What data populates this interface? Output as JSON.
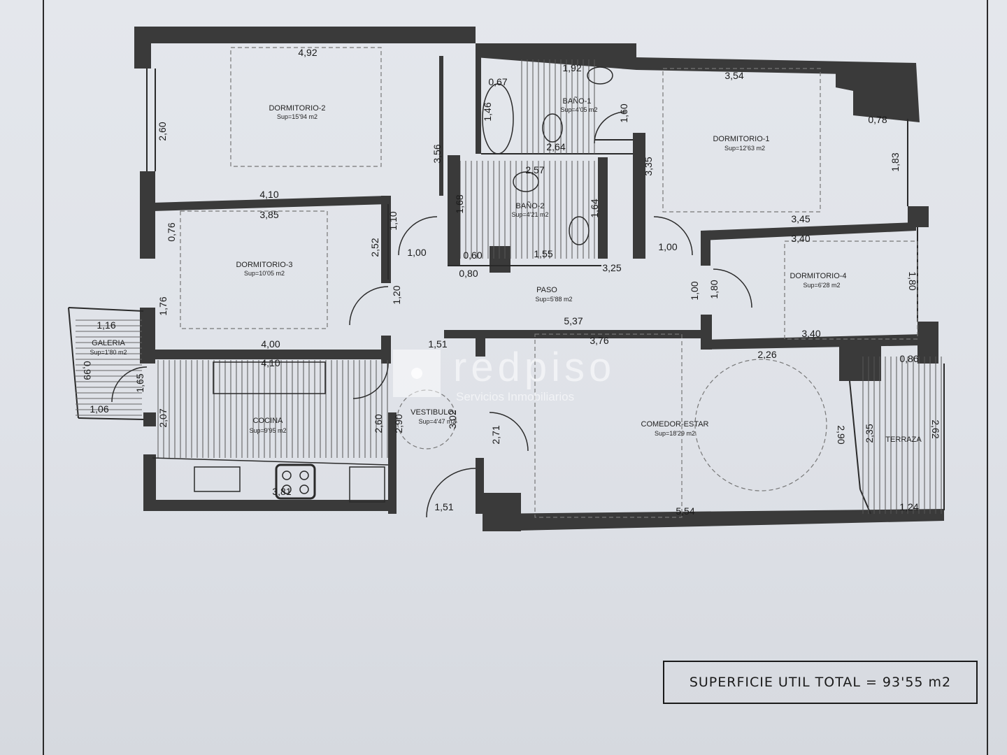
{
  "rooms": {
    "dormitorio2": {
      "name": "DORMITORIO-2",
      "sup": "Sup=15'94 m2"
    },
    "dormitorio1": {
      "name": "DORMITORIO-1",
      "sup": "Sup=12'63 m2"
    },
    "bano1": {
      "name": "BAÑO-1",
      "sup": "Sup=4'05 m2"
    },
    "bano2": {
      "name": "BAÑO-2",
      "sup": "Sup=4'21 m2"
    },
    "dormitorio3": {
      "name": "DORMITORIO-3",
      "sup": "Sup=10'05 m2"
    },
    "dormitorio4": {
      "name": "DORMITORIO-4",
      "sup": "Sup=6'28 m2"
    },
    "paso": {
      "name": "PASO",
      "sup": "Sup=5'88 m2"
    },
    "galeria": {
      "name": "GALERIA",
      "sup": "Sup=1'80 m2"
    },
    "cocina": {
      "name": "COCINA",
      "sup": "Sup=9'95 m2"
    },
    "vestibulo": {
      "name": "VESTIBULO",
      "sup": "Sup=4'47 m2"
    },
    "comedor": {
      "name": "COMEDOR-ESTAR",
      "sup": "Sup=18'29 m2"
    },
    "terraza": {
      "name": "TERRAZA",
      "sup": ""
    }
  },
  "dimensions": [
    "4,92",
    "2,60",
    "3,56",
    "0,67",
    "1,46",
    "1,92",
    "2,64",
    "1,60",
    "3,54",
    "0,78",
    "1,83",
    "3,35",
    "2,57",
    "1,68",
    "1,64",
    "0,60",
    "1,55",
    "0,80",
    "3,25",
    "4,10",
    "3,85",
    "0,76",
    "1,10",
    "2,52",
    "1,00",
    "1,00",
    "3,45",
    "3,40",
    "1,80",
    "1,00",
    "1,80",
    "1,76",
    "1,20",
    "1,16",
    "5,37",
    "3,40",
    "4,00",
    "4,10",
    "1,51",
    "3,76",
    "2,26",
    "0,86",
    "0,99",
    "1,65",
    "1,06",
    "2,07",
    "2,60",
    "2,90",
    "3,02",
    "2,71",
    "2,90",
    "2,35",
    "2,62",
    "3,81",
    "1,51",
    "5,54",
    "1,24"
  ],
  "watermark": {
    "brand": "redpiso",
    "tagline": "Servicios Inmobiliarios"
  },
  "total": {
    "label": "SUPERFICIE UTIL TOTAL = 93'55 m2"
  }
}
